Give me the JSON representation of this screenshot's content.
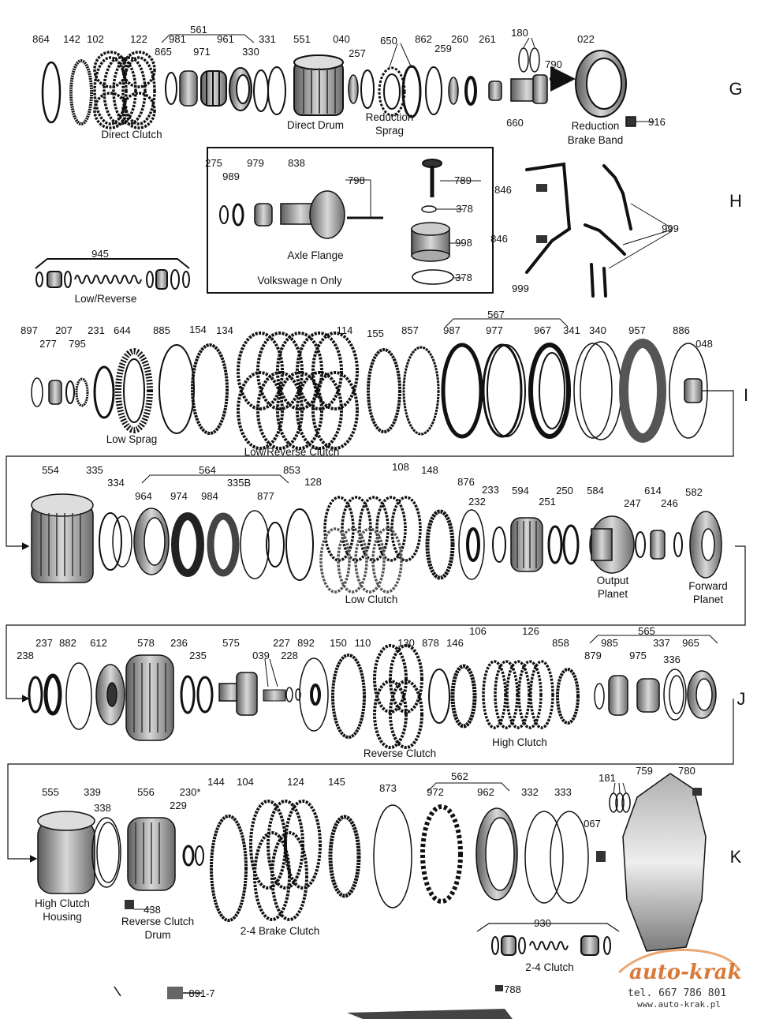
{
  "part_numbers": [
    "864",
    "142",
    "102",
    "122",
    "561",
    "981",
    "971",
    "961",
    "865",
    "330",
    "331",
    "551",
    "040",
    "257",
    "650",
    "862",
    "259",
    "260",
    "261",
    "180",
    "790",
    "022",
    "660",
    "916",
    "275",
    "989",
    "979",
    "838",
    "798",
    "789",
    "378",
    "998",
    "378",
    "846",
    "846",
    "999",
    "999",
    "945",
    "897",
    "277",
    "207",
    "795",
    "231",
    "644",
    "885",
    "154",
    "134",
    "114",
    "155",
    "857",
    "567",
    "987",
    "977",
    "967",
    "341",
    "340",
    "957",
    "886",
    "048",
    "554",
    "335",
    "334",
    "564",
    "964",
    "974",
    "984",
    "335B",
    "877",
    "853",
    "128",
    "108",
    "148",
    "876",
    "232",
    "233",
    "594",
    "251",
    "250",
    "584",
    "247",
    "614",
    "246",
    "582",
    "238",
    "237",
    "882",
    "612",
    "578",
    "236",
    "235",
    "575",
    "039",
    "227",
    "228",
    "892",
    "150",
    "110",
    "130",
    "878",
    "146",
    "106",
    "126",
    "858",
    "565",
    "879",
    "985",
    "975",
    "337",
    "336",
    "965",
    "555",
    "339",
    "338",
    "556",
    "230*",
    "229",
    "438",
    "144",
    "104",
    "124",
    "145",
    "873",
    "562",
    "972",
    "962",
    "332",
    "333",
    "181",
    "067",
    "759",
    "780",
    "930",
    "891-7",
    "788"
  ],
  "captions": [
    "Direct  Clutch",
    "Direct Drum",
    "Reduction",
    "Sprag",
    "Reduction",
    "Brake Band",
    "Axle Flange",
    "Volkswage n  Only",
    "Low/Reverse",
    "Low Sprag",
    "Low/Reverse Clutch",
    "Low Clutch",
    "Output",
    "Planet",
    "Forward",
    "Planet",
    "Reverse Clutch",
    "High Clutch",
    "High Clutch",
    "Housing",
    "Reverse Clutch",
    "Drum",
    "2-4 Brake Clutch",
    "2-4 Clutch"
  ],
  "sections": [
    "G",
    "H",
    "I",
    "J",
    "K"
  ],
  "watermark": {
    "brand": "auto-krak",
    "phone": "tel. 667 786 801",
    "website": "www.auto-krak.pl"
  }
}
